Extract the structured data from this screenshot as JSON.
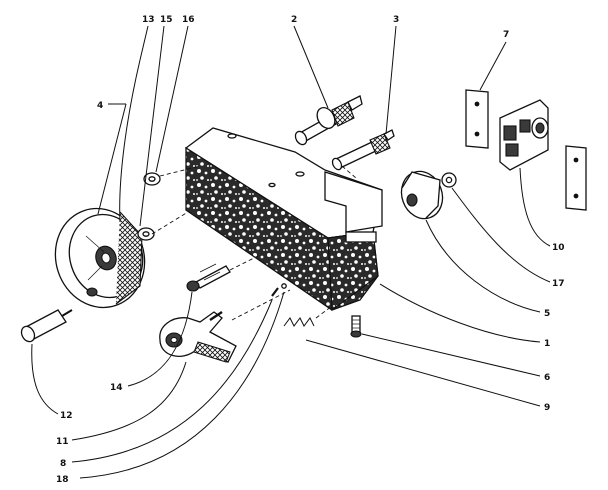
{
  "callouts": [
    {
      "id": "13",
      "label": "13"
    },
    {
      "id": "15",
      "label": "15"
    },
    {
      "id": "16",
      "label": "16"
    },
    {
      "id": "2",
      "label": "2"
    },
    {
      "id": "3",
      "label": "3"
    },
    {
      "id": "7",
      "label": "7"
    },
    {
      "id": "4",
      "label": "4"
    },
    {
      "id": "10",
      "label": "10"
    },
    {
      "id": "17",
      "label": "17"
    },
    {
      "id": "5",
      "label": "5"
    },
    {
      "id": "1",
      "label": "1"
    },
    {
      "id": "6",
      "label": "6"
    },
    {
      "id": "9",
      "label": "9"
    },
    {
      "id": "14",
      "label": "14"
    },
    {
      "id": "12",
      "label": "12"
    },
    {
      "id": "11",
      "label": "11"
    },
    {
      "id": "8",
      "label": "8"
    },
    {
      "id": "18",
      "label": "18"
    }
  ]
}
